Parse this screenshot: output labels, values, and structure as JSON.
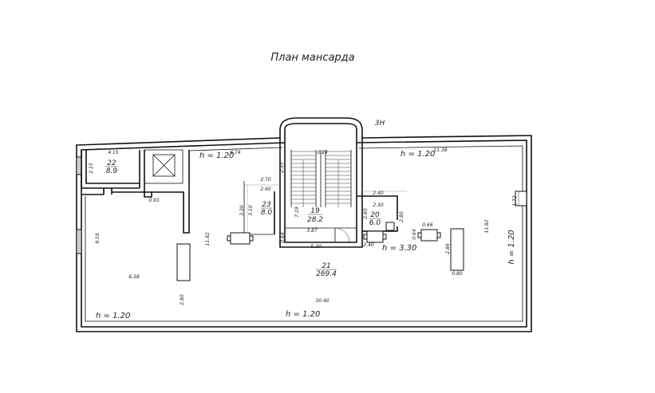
{
  "title": "План мансарда",
  "north_label": "3Н",
  "heights": {
    "h_top_left": "h = 1.20",
    "h_top_right": "h = 1.20",
    "h_bottom_left": "h = 1.20",
    "h_bottom_center": "h = 1.20",
    "h_right_vertical": "h = 1.20",
    "h_small_room": "h = 3.30"
  },
  "rooms": [
    {
      "number": "22",
      "area": "8.9"
    },
    {
      "number": "23",
      "area": "8.0"
    },
    {
      "number": "19",
      "area": "28.2"
    },
    {
      "number": "20",
      "area": "6.0"
    },
    {
      "number": "21",
      "area": "269.4"
    }
  ],
  "dimensions": {
    "d_415": "4.15",
    "d_215": "2.15",
    "d_674": "6.74",
    "d_093": "0.93",
    "d_918": "9.18",
    "d_638": "6.38",
    "d_280_bottom": "2.80",
    "d_1182_left": "11.82",
    "d_270": "2.70",
    "d_260_a": "2.60",
    "d_235": "2.35",
    "d_330": "3.30",
    "d_310": "3.10",
    "d_064": "0.64",
    "d_089": "0.89",
    "d_719": "7.19",
    "d_387": "3.87",
    "d_520": "5.20",
    "d_240_top": "2.40",
    "d_230": "2.30",
    "d_260_b": "2.60",
    "d_280_right": "2.80",
    "d_240_bottom": "2.40",
    "d_066": "0.66",
    "d_064_b": "0.64",
    "d_1138": "11.38",
    "d_1182_right": "11.82",
    "d_172": "1.72",
    "d_286": "2.86",
    "d_080": "0.80",
    "d_3040": "30.40"
  }
}
